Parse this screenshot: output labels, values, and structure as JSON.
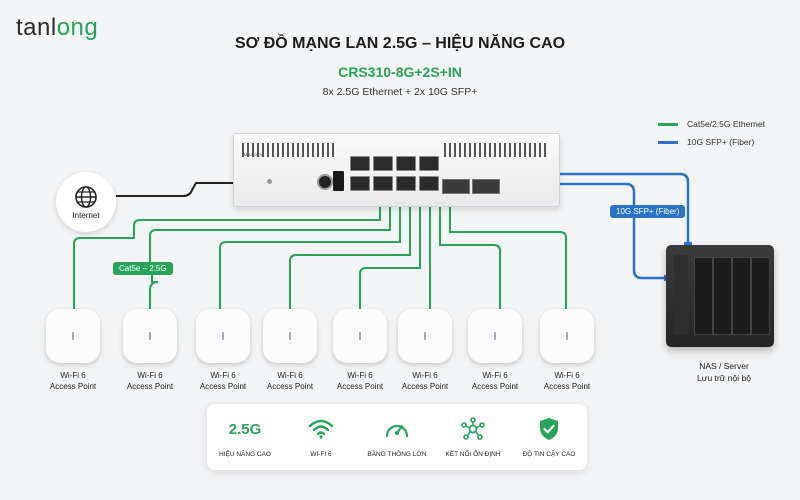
{
  "brand": {
    "part1": "tanl",
    "part2": "ong"
  },
  "header": {
    "title": "SƠ ĐỒ MẠNG LAN 2.5G – HIỆU NĂNG CAO",
    "model": "CRS310-8G+2S+IN",
    "ports": "8x 2.5G Ethernet + 2x 10G SFP+"
  },
  "legend": [
    {
      "label": "Cat5e/2.5G Ethernet",
      "color": "#27a35a"
    },
    {
      "label": "10G SFP+ (Fiber)",
      "color": "#2a73c9"
    }
  ],
  "tags": {
    "cat5e": "Cat5e – 2.5G",
    "sfp": "10G SFP+ (Fiber)"
  },
  "internet": {
    "label": "Internet",
    "icon": "globe-icon"
  },
  "switch": {
    "name": "CRS310-8G+2S+IN",
    "brand_text": "MIKROTIK",
    "port_count": 8,
    "sfp_count": 2
  },
  "access_points": [
    {
      "line1": "Wi-Fi 6",
      "line2": "Access Point"
    },
    {
      "line1": "Wi-Fi 6",
      "line2": "Access Point"
    },
    {
      "line1": "Wi-Fi 6",
      "line2": "Access Point"
    },
    {
      "line1": "Wi-Fi 6",
      "line2": "Access Point"
    },
    {
      "line1": "Wi-Fi 6",
      "line2": "Access Point"
    },
    {
      "line1": "Wi-Fi 6",
      "line2": "Access Point"
    },
    {
      "line1": "Wi-Fi 6",
      "line2": "Access Point"
    },
    {
      "line1": "Wi-Fi 6",
      "line2": "Access Point"
    }
  ],
  "nas": {
    "line1": "NAS / Server",
    "line2": "Lưu trữ nội bộ"
  },
  "features": [
    {
      "big": "2.5G",
      "label": "HIỆU NĂNG CAO",
      "icon": "text"
    },
    {
      "label": "WI-FI 6",
      "icon": "wifi-icon"
    },
    {
      "label": "BĂNG THÔNG LỚN",
      "icon": "speedometer-icon"
    },
    {
      "label": "KẾT NỐI ỔN ĐỊNH",
      "icon": "network-icon"
    },
    {
      "label": "ĐỘ TIN CẬY CAO",
      "icon": "shield-check-icon"
    }
  ],
  "colors": {
    "green": "#27a35a",
    "blue": "#2a73c9",
    "dark": "#2d2d2d"
  }
}
